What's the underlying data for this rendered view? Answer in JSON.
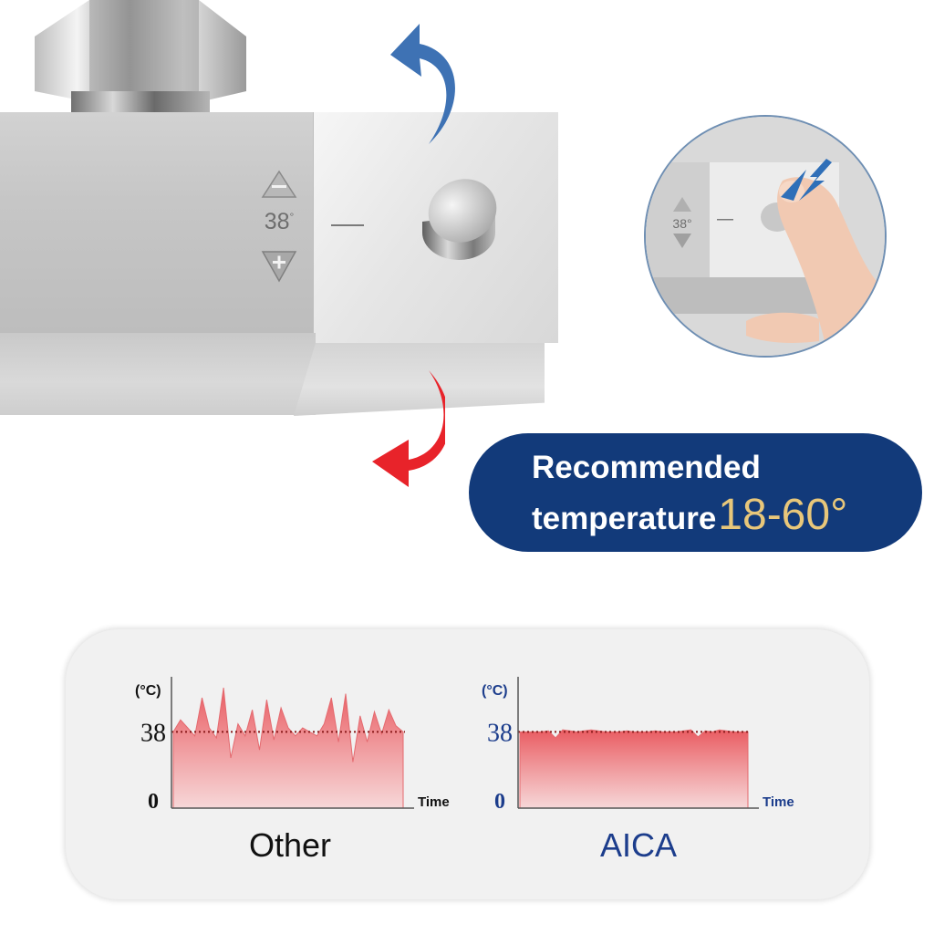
{
  "panel": {
    "temperature": "38",
    "degree": "°"
  },
  "recommended": {
    "line1": "Recommended",
    "line2": "temperature",
    "range": "18-60°"
  },
  "colors": {
    "hot_arrow": "#e8232a",
    "cold_arrow": "#3e72b4",
    "pill_bg": "#123a7a",
    "range_text": "#e8c77a",
    "chart_fill": "#e9545a",
    "aica_text": "#1c3d8c"
  },
  "icons": {
    "increase": "triangle-minus-icon",
    "decrease": "triangle-plus-icon",
    "press": "press-arrow-icon"
  },
  "chart_data": [
    {
      "type": "area",
      "title": "Other",
      "ylabel": "(°C)",
      "xlabel": "Time",
      "y_ticks": [
        "0",
        "38"
      ],
      "reference_line": 38,
      "ylim": [
        0,
        60
      ],
      "values": [
        38,
        44,
        40,
        36,
        55,
        40,
        35,
        60,
        25,
        42,
        36,
        49,
        29,
        54,
        34,
        50,
        40,
        36,
        40,
        38,
        36,
        42,
        55,
        33,
        57,
        23,
        46,
        33,
        48,
        37,
        49,
        41,
        38
      ]
    },
    {
      "type": "area",
      "title": "AICA",
      "ylabel": "(°C)",
      "xlabel": "Time",
      "y_ticks": [
        "0",
        "38"
      ],
      "reference_line": 38,
      "ylim": [
        0,
        60
      ],
      "values": [
        38,
        38,
        38,
        38,
        38.5,
        35,
        39,
        38.5,
        38,
        38.5,
        39,
        38.5,
        38,
        38,
        38,
        38.5,
        38,
        38,
        38,
        38.5,
        38,
        38,
        38,
        38.5,
        39,
        35.5,
        38.5,
        38,
        39,
        38.5,
        38,
        38,
        38
      ]
    }
  ]
}
